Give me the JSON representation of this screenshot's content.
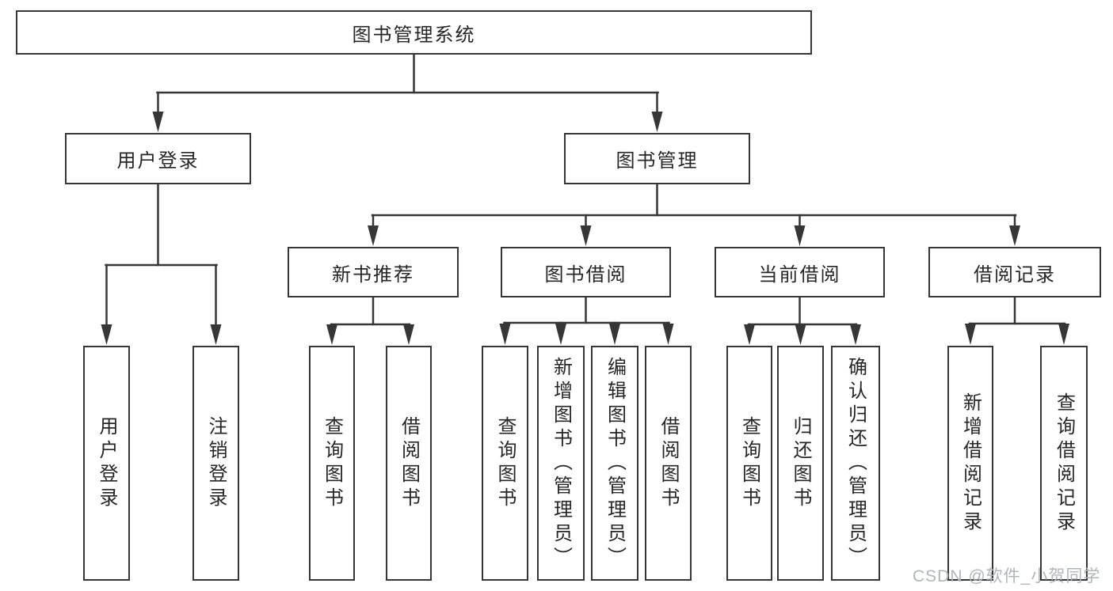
{
  "tree": {
    "root": {
      "label": "图书管理系统",
      "children": [
        {
          "label": "用户登录",
          "children": [
            {
              "label": "用户登录"
            },
            {
              "label": "注销登录"
            }
          ]
        },
        {
          "label": "图书管理",
          "children": [
            {
              "label": "新书推荐",
              "children": [
                {
                  "label": "查询图书"
                },
                {
                  "label": "借阅图书"
                }
              ]
            },
            {
              "label": "图书借阅",
              "children": [
                {
                  "label": "查询图书"
                },
                {
                  "label": "新增图书（管理员）"
                },
                {
                  "label": "编辑图书（管理员）"
                },
                {
                  "label": "借阅图书"
                }
              ]
            },
            {
              "label": "当前借阅",
              "children": [
                {
                  "label": "查询图书"
                },
                {
                  "label": "归还图书"
                },
                {
                  "label": "确认归还（管理员）"
                }
              ]
            },
            {
              "label": "借阅记录",
              "children": [
                {
                  "label": "新增借阅记录"
                },
                {
                  "label": "查询借阅记录"
                }
              ]
            }
          ]
        }
      ]
    }
  },
  "watermark": {
    "text": "CSDN @软件_小贺同学"
  },
  "colors": {
    "line": "#363636",
    "text": "#262626",
    "watermark": "#b0b5ba",
    "background": "#ffffff"
  }
}
